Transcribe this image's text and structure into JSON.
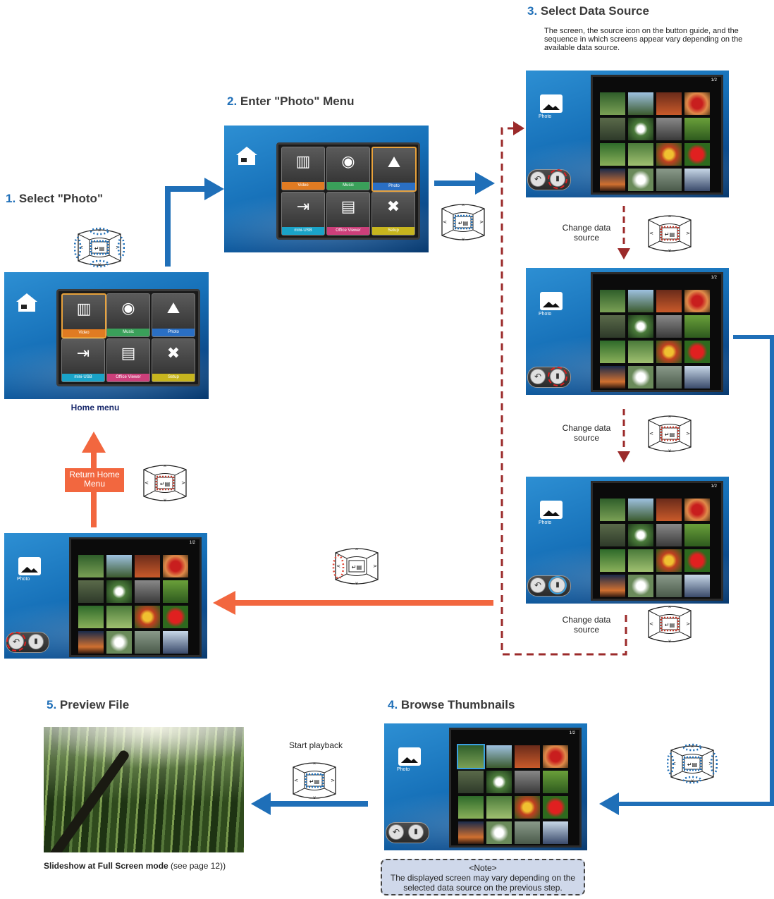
{
  "steps": {
    "s1": {
      "num": "1.",
      "title": "Select \"Photo\""
    },
    "s2": {
      "num": "2.",
      "title": "Enter \"Photo\" Menu"
    },
    "s3": {
      "num": "3.",
      "title": "Select Data Source",
      "desc": "The screen, the source icon on the button guide, and the sequence in which screens appear vary depending on the available data source."
    },
    "s4": {
      "num": "4.",
      "title": "Browse Thumbnails"
    },
    "s5": {
      "num": "5.",
      "title": "Preview File"
    }
  },
  "home_caption": "Home menu",
  "return_label": "Return Home Menu",
  "change_label": "Change data source",
  "start_label": "Start playback",
  "slideshow_caption": {
    "bold": "Slideshow at Full Screen mode",
    "rest": " (see page 12))"
  },
  "note": {
    "title": "<Note>",
    "body": "The displayed screen may vary depending on the selected data source on the previous step."
  },
  "menu_tiles": [
    "Video",
    "Music",
    "Photo",
    "mini-USB",
    "Office Viewer",
    "Setup"
  ],
  "photo_label": "Photo",
  "page_count": "1/2",
  "keypad_center": "↵ ▤",
  "colors": {
    "blue": "#1f6fb8",
    "red": "#f2673f",
    "darkred": "#9b2a2a"
  }
}
